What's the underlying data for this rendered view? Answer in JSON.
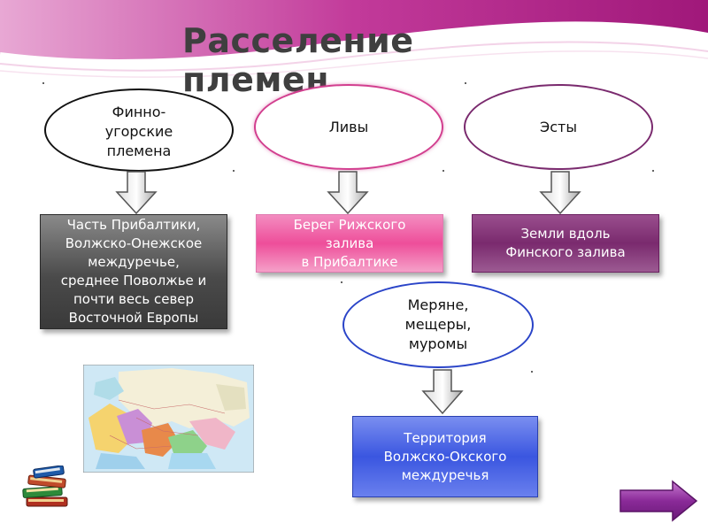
{
  "slide": {
    "title": "Расселение\nплемен"
  },
  "tribes": [
    {
      "name": "Финно-\nугорские\nплемена",
      "territory": "Часть Прибалтики,\nВолжско-Онежское\nмеждуречье,\nсреднее Поволжье и\nпочти весь север\nВосточной Европы"
    },
    {
      "name": "Ливы",
      "territory": "Берег Рижского\nзалива\nв Прибалтике"
    },
    {
      "name": "Эсты",
      "territory": "Земли вдоль\nФинского залива"
    },
    {
      "name": "Меряне,\nмещеры,\nмуромы",
      "territory": "Территория\nВолжско-Окского\nмеждуречья"
    }
  ],
  "icons": {
    "map": "map-image",
    "books": "books-icon",
    "next": "arrow-right-icon"
  }
}
